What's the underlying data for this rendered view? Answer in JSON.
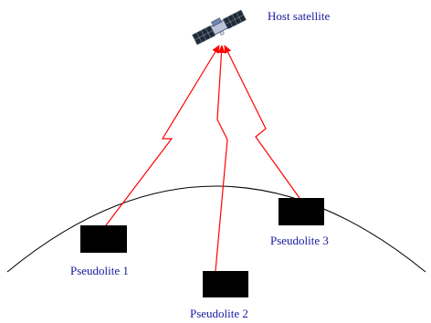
{
  "labels": {
    "host_satellite": "Host satellite",
    "pseudolite_1": "Pseudolite 1",
    "pseudolite_2": "Pseudolite 2",
    "pseudolite_3": "Pseudolite 3"
  },
  "colors": {
    "signal": "#ff0000",
    "label": "#1a1aa0",
    "pseudolite": "#000000",
    "earth_outline": "#000000"
  },
  "icons": {
    "satellite": "satellite-icon",
    "pseudolite": "pseudolite-block"
  }
}
